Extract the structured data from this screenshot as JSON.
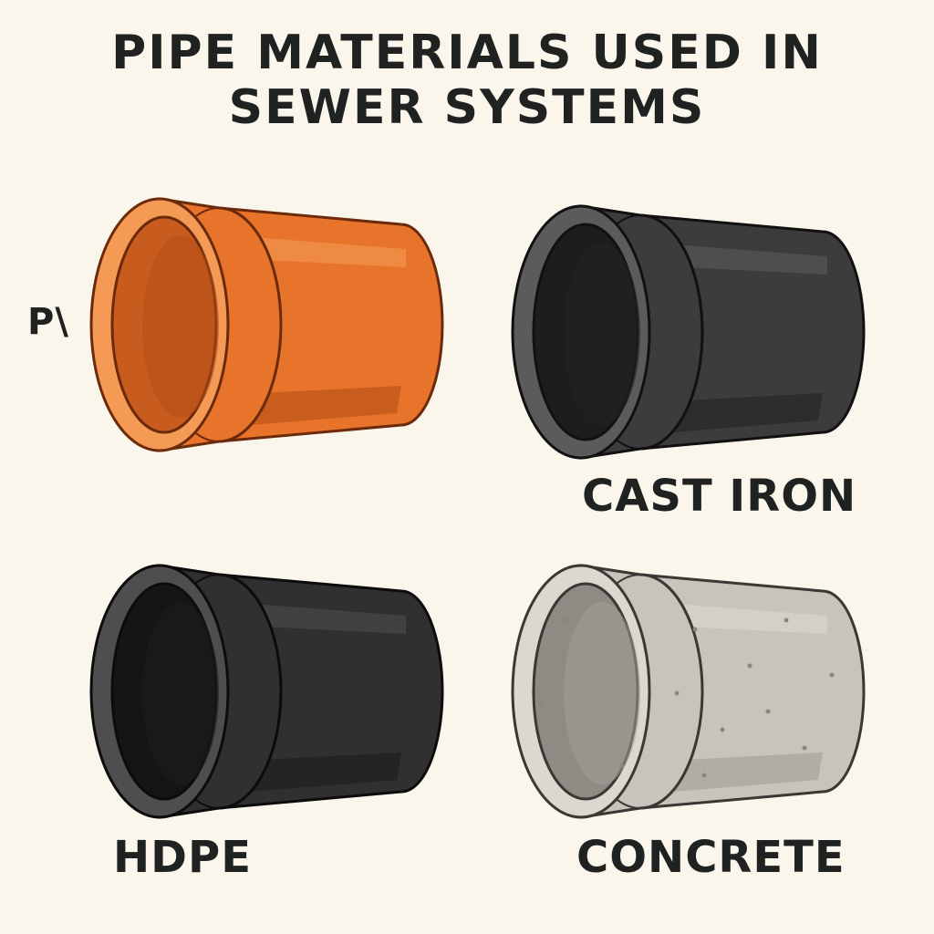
{
  "title": {
    "line1": "PIPE MATERIALS USED IN",
    "line2": "SEWER SYSTEMS"
  },
  "pipes": [
    {
      "name": "pvc",
      "label": "P\\",
      "body": "#e8732a",
      "dark": "#b44f17",
      "light": "#f49a55",
      "inner": "#c85b1e",
      "outline": "#6b2a0c"
    },
    {
      "name": "cast-iron",
      "label": "CAST IRON",
      "body": "#3b3c3b",
      "dark": "#232423",
      "light": "#5a5b5a",
      "inner": "#1c1d1c",
      "outline": "#111"
    },
    {
      "name": "hdpe",
      "label": "HDPE",
      "body": "#2f302f",
      "dark": "#1c1d1c",
      "light": "#4d4e4d",
      "inner": "#141514",
      "outline": "#0c0c0c"
    },
    {
      "name": "concrete",
      "label": "CONCRETE",
      "body": "#c9c4bb",
      "dark": "#a29d95",
      "light": "#dcd8d0",
      "inner": "#8e8a84",
      "outline": "#3a3835"
    }
  ]
}
